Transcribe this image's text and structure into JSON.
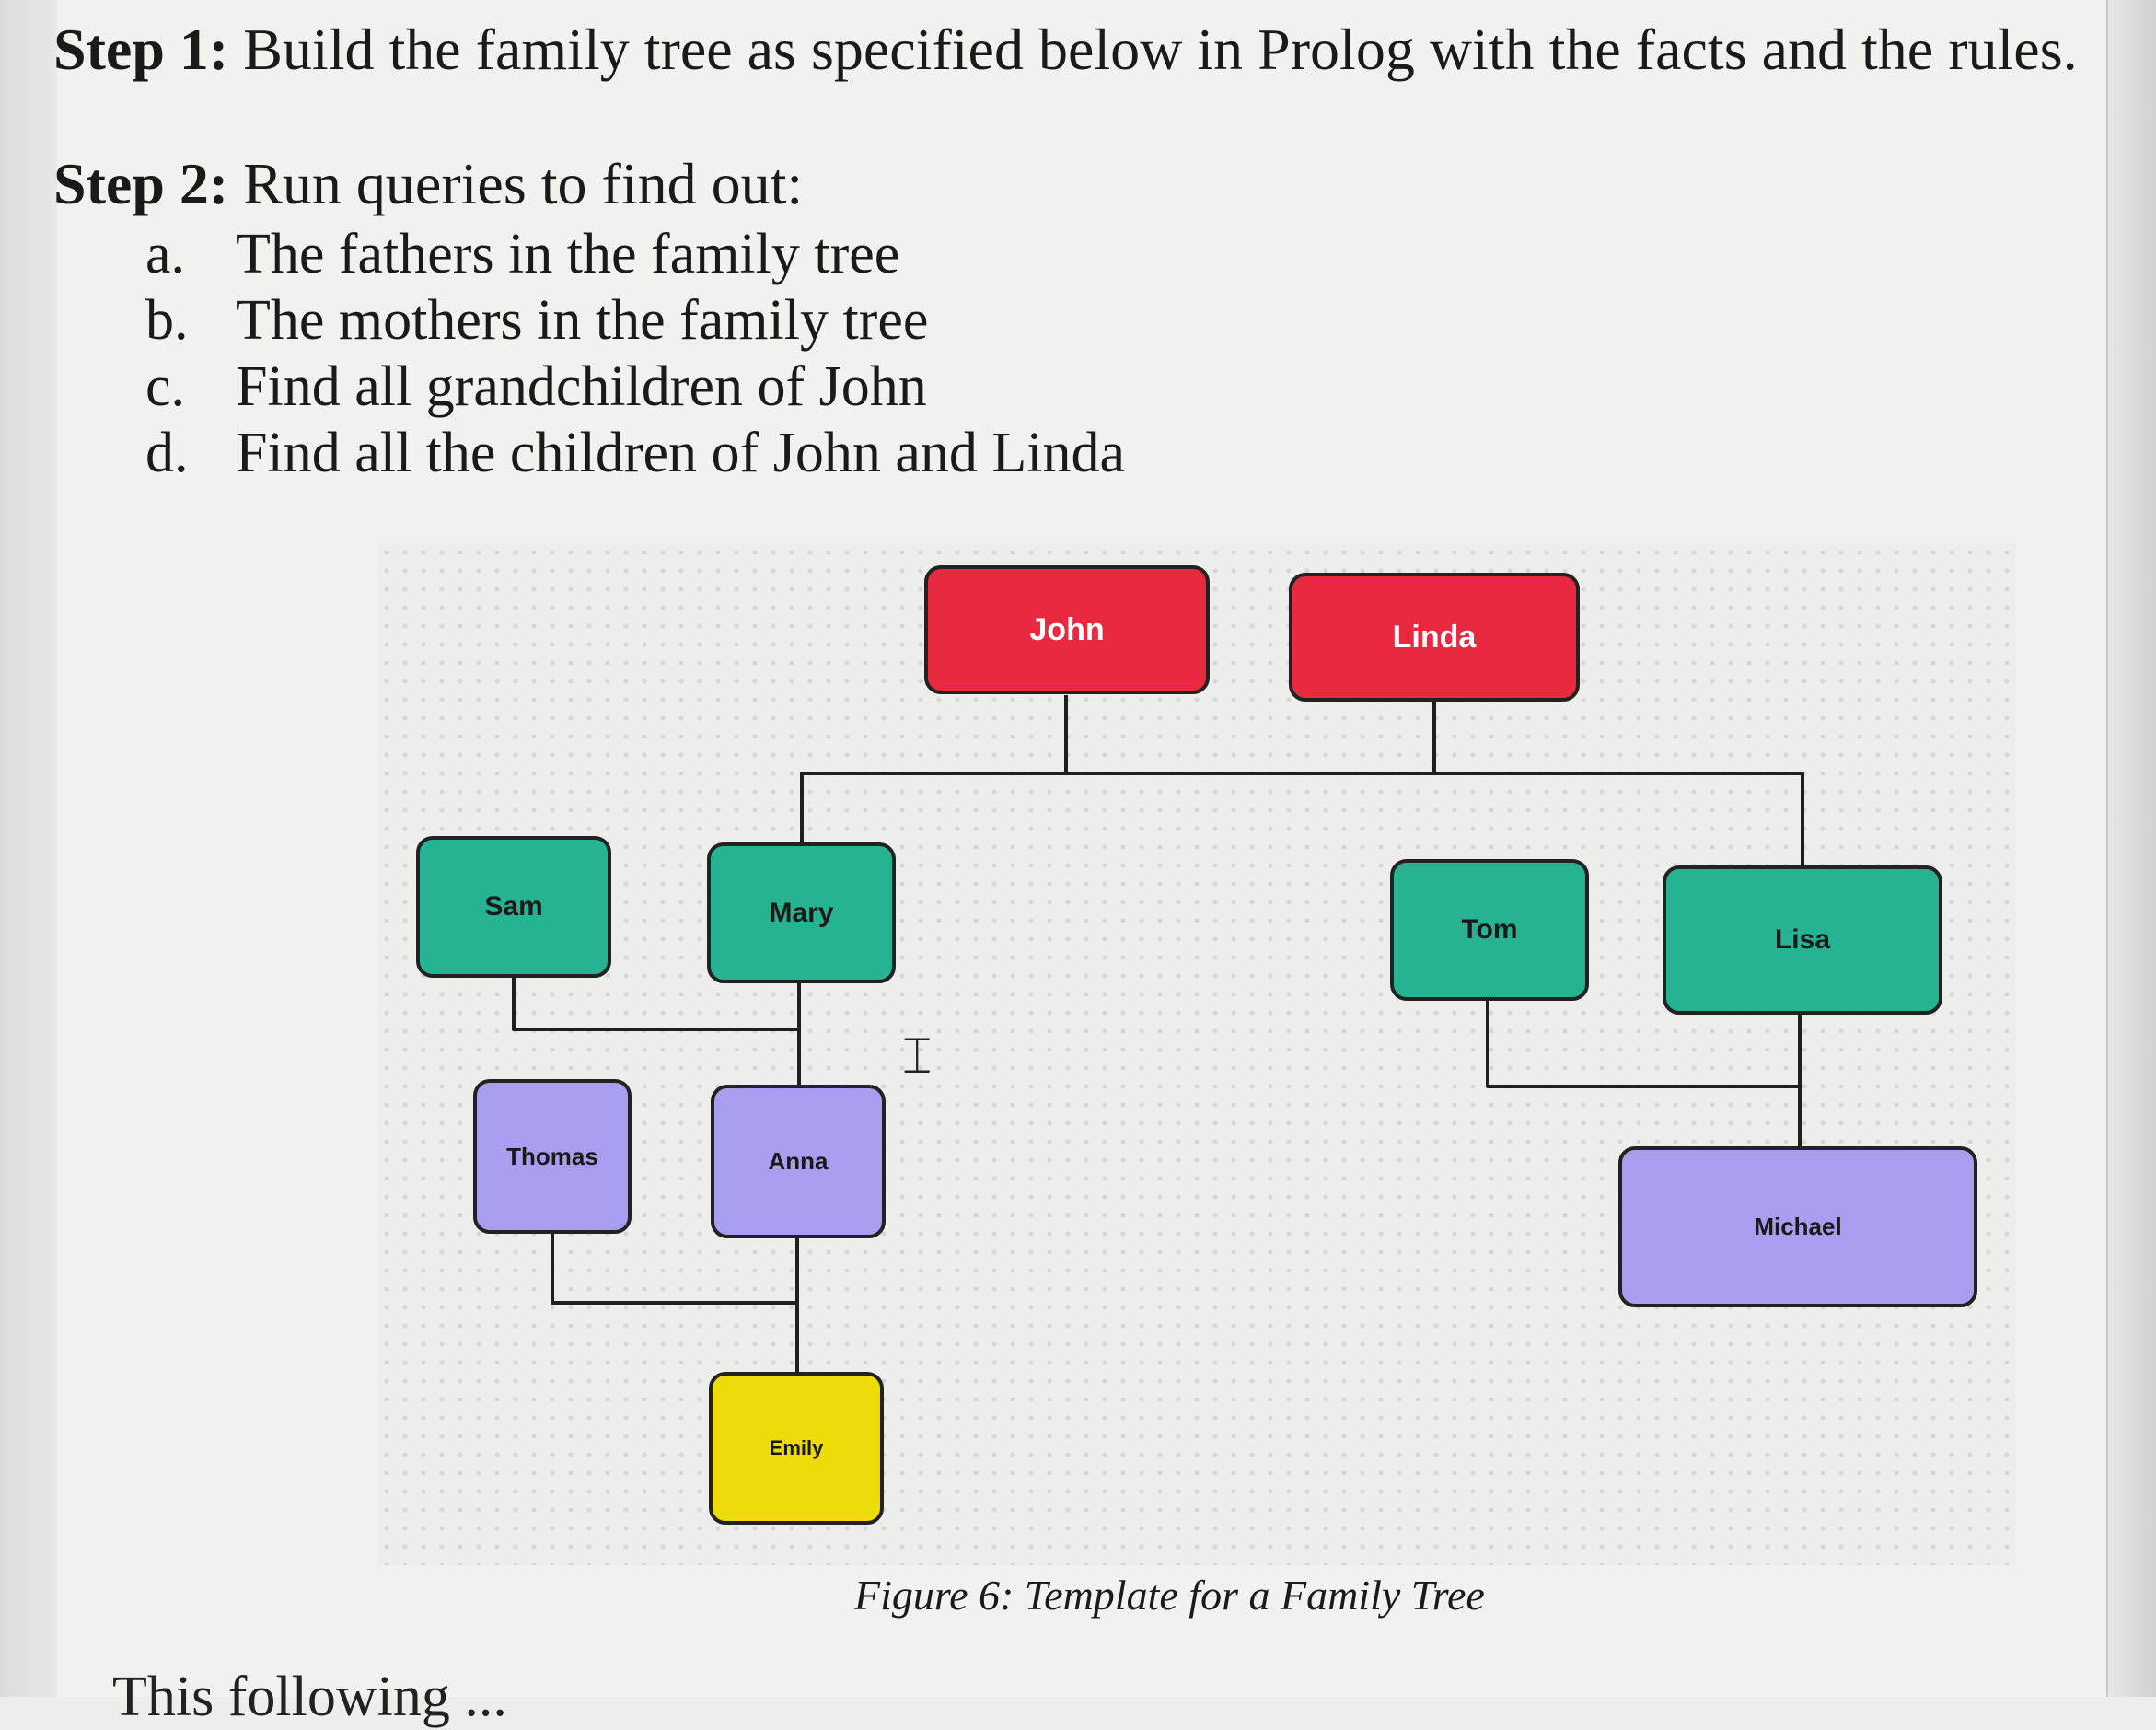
{
  "steps": {
    "step1_label": "Step 1:",
    "step1_text": "Build the family tree as specified below in Prolog with the facts and the rules.",
    "step2_label": "Step 2:",
    "step2_text": "Run queries to find out:"
  },
  "queries": [
    {
      "letter": "a.",
      "text": "The fathers in the family tree"
    },
    {
      "letter": "b.",
      "text": "The mothers in the family tree"
    },
    {
      "letter": "c.",
      "text": "Find all grandchildren of John"
    },
    {
      "letter": "d.",
      "text": "Find all the children of John and Linda"
    }
  ],
  "tree": {
    "nodes": {
      "john": "John",
      "linda": "Linda",
      "sam": "Sam",
      "mary": "Mary",
      "tom": "Tom",
      "lisa": "Lisa",
      "thomas": "Thomas",
      "anna": "Anna",
      "michael": "Michael",
      "emily": "Emily"
    },
    "colors": {
      "generation1": "#e8293f",
      "generation2": "#26b391",
      "generation3": "#a99df0",
      "generation4": "#eedc0a"
    }
  },
  "caption": "Figure 6: Template for a Family Tree",
  "cursor_icon": "text-cursor-icon",
  "cutoff_text": "This following ..."
}
